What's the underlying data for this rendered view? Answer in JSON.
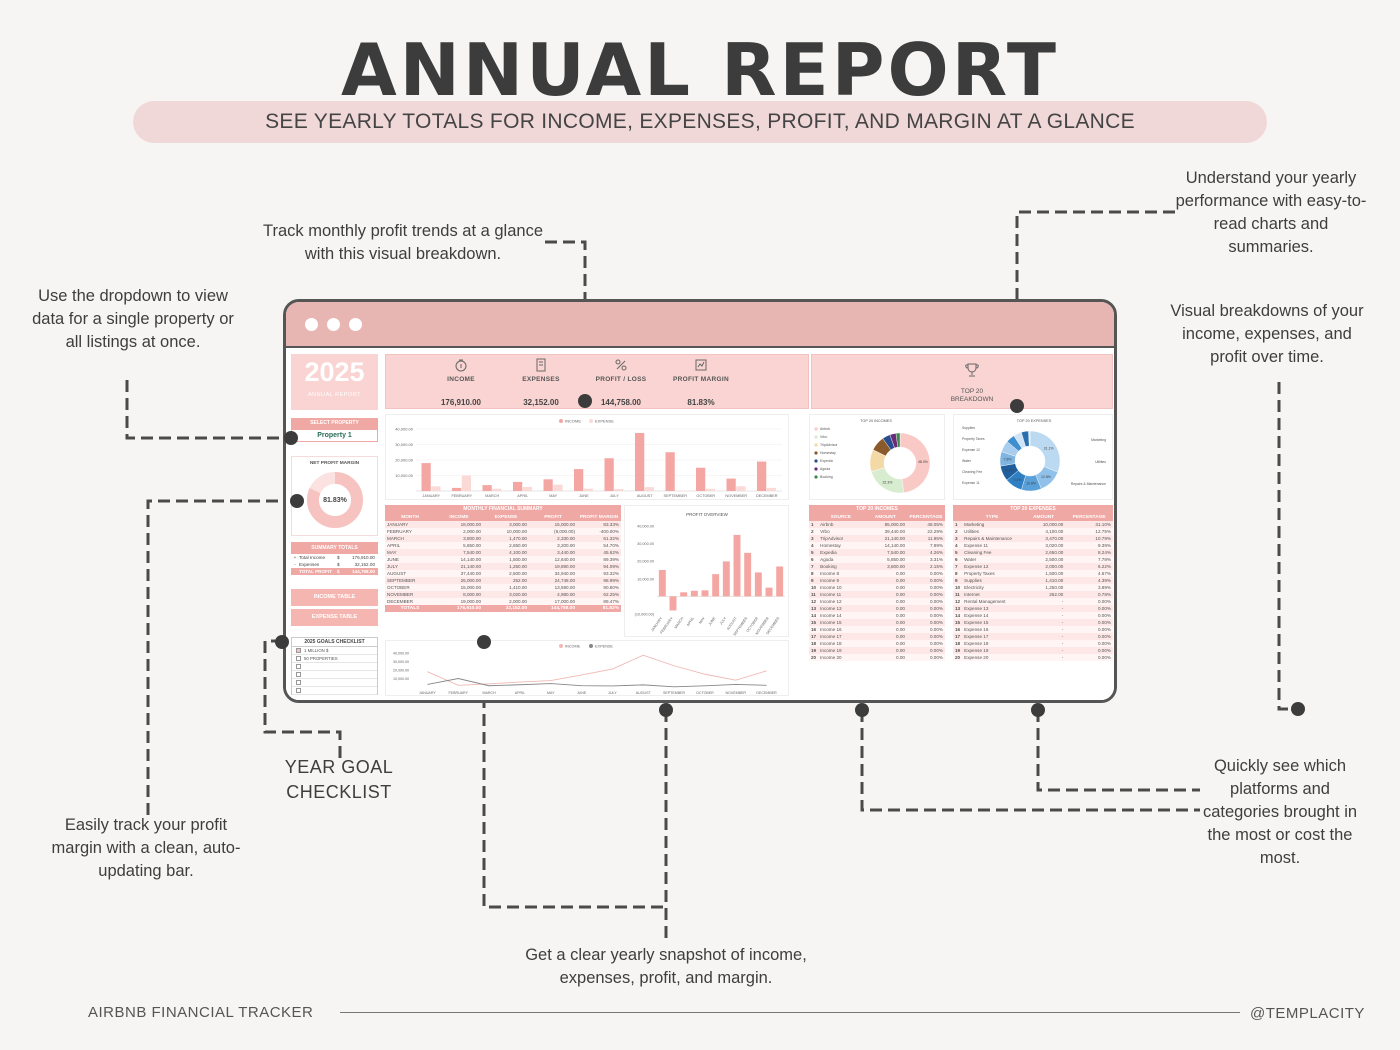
{
  "header": {
    "title": "ANNUAL REPORT",
    "subtitle": "SEE YEARLY TOTALS FOR INCOME, EXPENSES, PROFIT, AND MARGIN AT A GLANCE"
  },
  "callouts": {
    "track_trends": "Track monthly profit trends at a glance with this visual breakdown.",
    "understand": "Understand your yearly performance with easy-to-read charts and summaries.",
    "dropdown": "Use the dropdown to view data for a single property or all listings at once.",
    "visual_breakdowns": "Visual breakdowns of your income, expenses, and profit over time.",
    "quickly_see": "Quickly see which platforms and categories brought in the most or cost the most.",
    "year_goal": "YEAR GOAL CHECKLIST",
    "profit_margin": "Easily track your profit margin with a clean, auto-updating bar.",
    "snapshot": "Get a clear yearly snapshot of income, expenses, profit, and margin."
  },
  "footer": {
    "left": "AIRBNB FINANCIAL TRACKER",
    "right": "@TEMPLACITY"
  },
  "dashboard": {
    "year": "2025",
    "year_sub": "ANNUAL REPORT",
    "select_property_label": "SELECT PROPERTY",
    "select_property_value": "Property 1",
    "net_profit_margin_label": "NET PROFIT MARGIN",
    "net_profit_margin_value": "81.83%",
    "net_profit_margin_fraction": 0.8183,
    "summary_totals_label": "SUMMARY TOTALS",
    "summary_rows": [
      {
        "sign": "+",
        "label": "Total Income",
        "cur": "$",
        "val": "176,910.00"
      },
      {
        "sign": "-",
        "label": "Expenses",
        "cur": "$",
        "val": "32,152.00"
      },
      {
        "sign": "",
        "label": "TOTAL PROFIT",
        "cur": "$",
        "val": "144,758.00"
      }
    ],
    "income_table_btn": "INCOME TABLE",
    "expense_table_btn": "EXPENSE TABLE",
    "goals_label": "2025 GOALS CHECKLIST",
    "goals": [
      "1 MILLION $",
      "50 PROPERTIES",
      "",
      "",
      "",
      ""
    ],
    "kpis": [
      {
        "label": "INCOME",
        "value": "176,910.00",
        "icon": "money-bag-icon"
      },
      {
        "label": "EXPENSES",
        "value": "32,152.00",
        "icon": "receipt-icon"
      },
      {
        "label": "PROFIT / LOSS",
        "value": "144,758.00",
        "icon": "percent-icon"
      },
      {
        "label": "PROFIT MARGIN",
        "value": "81.83%",
        "icon": "chart-icon"
      }
    ],
    "top20_label": "TOP 20 BREAKDOWN",
    "top20_icon": "trophy-icon",
    "monthly_summary_title": "MONTHLY FINANCIAL SUMMARY",
    "monthly_headers": [
      "MONTH",
      "INCOME",
      "EXPENSE",
      "PROFIT",
      "PROFIT MARGIN"
    ],
    "monthly_rows": [
      [
        "JANUARY",
        "18,000.00",
        "3,000.00",
        "15,000.00",
        "83.33%"
      ],
      [
        "FEBRUARY",
        "2,000.00",
        "10,000.00",
        "(8,000.00)",
        "-400.00%"
      ],
      [
        "MARCH",
        "3,800.00",
        "1,470.00",
        "2,330.00",
        "61.32%"
      ],
      [
        "APRIL",
        "5,850.00",
        "2,650.00",
        "3,200.00",
        "54.70%"
      ],
      [
        "MAY",
        "7,540.00",
        "4,100.00",
        "3,440.00",
        "45.62%"
      ],
      [
        "JUNE",
        "14,140.00",
        "1,500.00",
        "12,640.00",
        "89.39%"
      ],
      [
        "JULY",
        "21,140.00",
        "1,250.00",
        "19,890.00",
        "94.09%"
      ],
      [
        "AUGUST",
        "37,440.00",
        "2,500.00",
        "34,940.00",
        "93.32%"
      ],
      [
        "SEPTEMBER",
        "25,000.00",
        "252.00",
        "24,748.00",
        "98.99%"
      ],
      [
        "OCTOBER",
        "15,000.00",
        "1,410.00",
        "13,590.00",
        "90.60%"
      ],
      [
        "NOVEMBER",
        "8,000.00",
        "3,020.00",
        "4,980.00",
        "62.25%"
      ],
      [
        "DECEMBER",
        "19,000.00",
        "2,000.00",
        "17,000.00",
        "89.47%"
      ]
    ],
    "monthly_totals": [
      "TOTALS",
      "176,910.00",
      "32,152.00",
      "144,758.00",
      "81.83%"
    ],
    "top_incomes_title": "TOP 20 INCOMES",
    "top_incomes_headers": [
      "SOURCE",
      "AMOUNT",
      "PERCENTAGE"
    ],
    "top_incomes_rows": [
      [
        "1",
        "Airbnb",
        "85,000.00",
        "48.05%"
      ],
      [
        "2",
        "Vrbo",
        "39,440.00",
        "22.29%"
      ],
      [
        "3",
        "TripAdvisor",
        "21,140.00",
        "11.95%"
      ],
      [
        "4",
        "Homestay",
        "14,140.00",
        "7.99%"
      ],
      [
        "5",
        "Expedia",
        "7,540.00",
        "4.26%"
      ],
      [
        "6",
        "Agoda",
        "5,850.00",
        "3.31%"
      ],
      [
        "7",
        "Booking",
        "3,800.00",
        "2.15%"
      ],
      [
        "8",
        "Income 8",
        "0.00",
        "0.00%"
      ],
      [
        "9",
        "Income 9",
        "0.00",
        "0.00%"
      ],
      [
        "10",
        "Income 10",
        "0.00",
        "0.00%"
      ],
      [
        "11",
        "Income 11",
        "0.00",
        "0.00%"
      ],
      [
        "12",
        "Income 12",
        "0.00",
        "0.00%"
      ],
      [
        "13",
        "Income 13",
        "0.00",
        "0.00%"
      ],
      [
        "14",
        "Income 14",
        "0.00",
        "0.00%"
      ],
      [
        "15",
        "Income 15",
        "0.00",
        "0.00%"
      ],
      [
        "16",
        "Income 16",
        "0.00",
        "0.00%"
      ],
      [
        "17",
        "Income 17",
        "0.00",
        "0.00%"
      ],
      [
        "18",
        "Income 18",
        "0.00",
        "0.00%"
      ],
      [
        "19",
        "Income 19",
        "0.00",
        "0.00%"
      ],
      [
        "20",
        "Income 20",
        "0.00",
        "0.00%"
      ]
    ],
    "top_expenses_title": "TOP 20 EXPENSES",
    "top_expenses_headers": [
      "TYPE",
      "AMOUNT",
      "PERCENTAGE"
    ],
    "top_expenses_rows": [
      [
        "1",
        "Marketing",
        "10,000.00",
        "31.10%"
      ],
      [
        "2",
        "Utilities",
        "4,100.00",
        "12.75%"
      ],
      [
        "3",
        "Repairs & Maintenance",
        "3,470.00",
        "10.79%"
      ],
      [
        "4",
        "Expense 11",
        "3,020.00",
        "9.39%"
      ],
      [
        "5",
        "Cleaning Fee",
        "2,650.00",
        "8.24%"
      ],
      [
        "6",
        "Water",
        "2,500.00",
        "7.78%"
      ],
      [
        "7",
        "Expense 12",
        "2,000.00",
        "6.22%"
      ],
      [
        "8",
        "Property Taxes",
        "1,500.00",
        "4.67%"
      ],
      [
        "9",
        "Supplies",
        "1,410.00",
        "4.39%"
      ],
      [
        "10",
        "Electricity",
        "1,250.00",
        "3.89%"
      ],
      [
        "11",
        "Internet",
        "252.00",
        "0.78%"
      ],
      [
        "12",
        "Rental Management",
        "-",
        "0.00%"
      ],
      [
        "13",
        "Expense 13",
        "-",
        "0.00%"
      ],
      [
        "14",
        "Expense 14",
        "-",
        "0.00%"
      ],
      [
        "15",
        "Expense 15",
        "-",
        "0.00%"
      ],
      [
        "16",
        "Expense 16",
        "-",
        "0.00%"
      ],
      [
        "17",
        "Expense 17",
        "-",
        "0.00%"
      ],
      [
        "18",
        "Expense 18",
        "-",
        "0.00%"
      ],
      [
        "19",
        "Expense 19",
        "-",
        "0.00%"
      ],
      [
        "20",
        "Expense 20",
        "-",
        "0.00%"
      ]
    ],
    "top_incomes_chart_title": "TOP 20 INCOMES",
    "top_expenses_chart_title": "TOP 20 EXPENSES",
    "profit_overview_title": "PROFIT OVERVIEW"
  },
  "chart_data": [
    {
      "type": "bar",
      "title": "",
      "categories": [
        "JANUARY",
        "FEBRUARY",
        "MARCH",
        "APRIL",
        "MAY",
        "JUNE",
        "JULY",
        "AUGUST",
        "SEPTEMBER",
        "OCTOBER",
        "NOVEMBER",
        "DECEMBER"
      ],
      "series": [
        {
          "name": "INCOME",
          "values": [
            18000,
            2000,
            3800,
            5850,
            7540,
            14140,
            21140,
            37440,
            25000,
            15000,
            8000,
            19000
          ],
          "color": "#f4a6a3"
        },
        {
          "name": "EXPENSE",
          "values": [
            3000,
            10000,
            1470,
            2650,
            4100,
            1500,
            1250,
            2500,
            252,
            1410,
            3020,
            2000
          ],
          "color": "#fbd9d7"
        }
      ],
      "ylim": [
        0,
        40000
      ],
      "yticks": [
        "40,000.00",
        "30,000.00",
        "20,000.00",
        "10,000.00"
      ],
      "legend": "top"
    },
    {
      "type": "bar",
      "title": "PROFIT OVERVIEW",
      "categories": [
        "JANUARY",
        "FEBRUARY",
        "MARCH",
        "APRIL",
        "MAY",
        "JUNE",
        "JULY",
        "AUGUST",
        "SEPTEMBER",
        "OCTOBER",
        "NOVEMBER",
        "DECEMBER"
      ],
      "values": [
        15000,
        -8000,
        2330,
        3200,
        3440,
        12640,
        19890,
        34940,
        24748,
        13590,
        4980,
        17000
      ],
      "ylim": [
        -10000,
        40000
      ],
      "yticks": [
        "40,000.00",
        "30,000.00",
        "20,000.00",
        "10,000.00",
        "",
        "(10,000.00)"
      ]
    },
    {
      "type": "line",
      "title": "",
      "categories": [
        "JANUARY",
        "FEBRUARY",
        "MARCH",
        "APRIL",
        "MAY",
        "JUNE",
        "JULY",
        "AUGUST",
        "SEPTEMBER",
        "OCTOBER",
        "NOVEMBER",
        "DECEMBER"
      ],
      "series": [
        {
          "name": "INCOME",
          "values": [
            18000,
            2000,
            3800,
            5850,
            7540,
            14140,
            21140,
            37440,
            25000,
            15000,
            8000,
            19000
          ],
          "color": "#f0b8b4"
        },
        {
          "name": "EXPENSE",
          "values": [
            3000,
            10000,
            1470,
            2650,
            4100,
            1500,
            1250,
            2500,
            252,
            1410,
            3020,
            2000
          ],
          "color": "#888888"
        }
      ],
      "ylim": [
        0,
        40000
      ],
      "yticks": [
        "40,000.00",
        "30,000.00",
        "20,000.00",
        "10,000.00"
      ],
      "legend": "top"
    },
    {
      "type": "pie",
      "title": "TOP 20 INCOMES",
      "labels": [
        "Airbnb",
        "Vrbo",
        "TripAdvisor",
        "Homestay",
        "Expedia",
        "Agoda",
        "Booking"
      ],
      "values": [
        48.05,
        22.29,
        11.95,
        7.99,
        4.26,
        3.31,
        2.15
      ],
      "colors": [
        "#f9c9c6",
        "#d8ecd0",
        "#f3d9a6",
        "#8b5a2b",
        "#2a4d8f",
        "#6a2b7a",
        "#3a8a4a"
      ],
      "slice_labels": [
        "48.0%",
        "22.3%"
      ]
    },
    {
      "type": "pie",
      "title": "TOP 20 EXPENSES",
      "labels": [
        "Marketing",
        "Utilities",
        "Repairs & Maintenance",
        "Expense 11",
        "Cleaning Fee",
        "Water",
        "Expense 12",
        "Property Taxes",
        "Supplies",
        "Electricity",
        "Internet"
      ],
      "values": [
        31.1,
        12.75,
        10.79,
        9.39,
        8.24,
        7.78,
        6.22,
        4.67,
        4.39,
        3.89,
        0.78
      ],
      "colors": [
        "#bcd9f2",
        "#8fc1ea",
        "#5aa0d8",
        "#2f7fc4",
        "#1f5f9e",
        "#7fb5e0",
        "#a8cdef",
        "#3f8fd0",
        "#cfe4f6",
        "#2a6fb0",
        "#e2eef9"
      ],
      "slice_labels": [
        "31.1%",
        "12.8%",
        "10.8%",
        "9.4%",
        "8.2%",
        "7.8%"
      ]
    }
  ]
}
